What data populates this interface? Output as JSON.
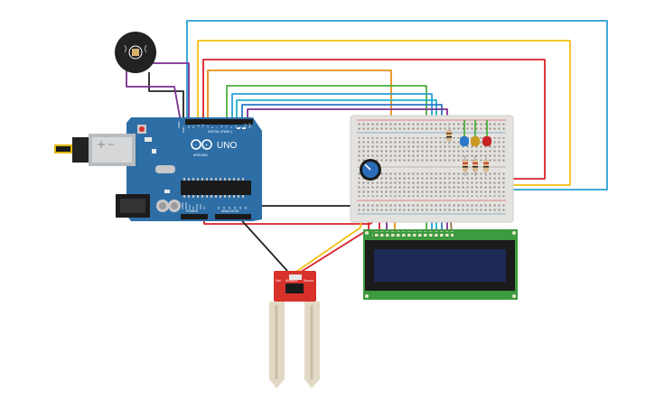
{
  "arduino": {
    "brand": "UNO",
    "maker": "ARDUINO",
    "header_label": "DIGITAL (PWM~)",
    "analog_label": "ANALOG IN",
    "power_label": "POWER",
    "aref_label": "AREF",
    "gnd_label": "GND",
    "pins_digital": [
      "13",
      "12",
      "~11",
      "~10",
      "~9",
      "8",
      "7",
      "~6",
      "~5",
      "4",
      "~3",
      "2",
      "TX 1",
      "RX 0"
    ],
    "pins_analog": [
      "A0",
      "A1",
      "A2",
      "A3",
      "A4",
      "A5"
    ],
    "pins_power": [
      "IOREF",
      "RESET",
      "3.3V",
      "5V",
      "GND",
      "GND",
      "Vin"
    ]
  },
  "sensor": {
    "label_left": "Soil",
    "label_mid": "Moisture",
    "label_right": "Sensor"
  },
  "colors": {
    "board": "#2e6ea6",
    "breadboard": "#e4e2de",
    "lcd_board": "#3c9a3f",
    "lcd_screen": "#1c2a55",
    "sensor": "#d8312a",
    "wire_blue": "#2a9fd6",
    "wire_yellow": "#f2c00f",
    "wire_red": "#d8202a",
    "wire_orange": "#e8901a",
    "wire_green": "#4caf3c",
    "wire_purple": "#7b2e8e",
    "wire_black": "#222222",
    "led_blue": "#2a78c6",
    "led_yellow": "#c89a20",
    "led_red": "#c72525"
  },
  "icons": [
    "buzzer-icon",
    "usb-connector-icon",
    "power-jack-icon",
    "potentiometer-icon",
    "led-icon",
    "resistor-icon"
  ]
}
